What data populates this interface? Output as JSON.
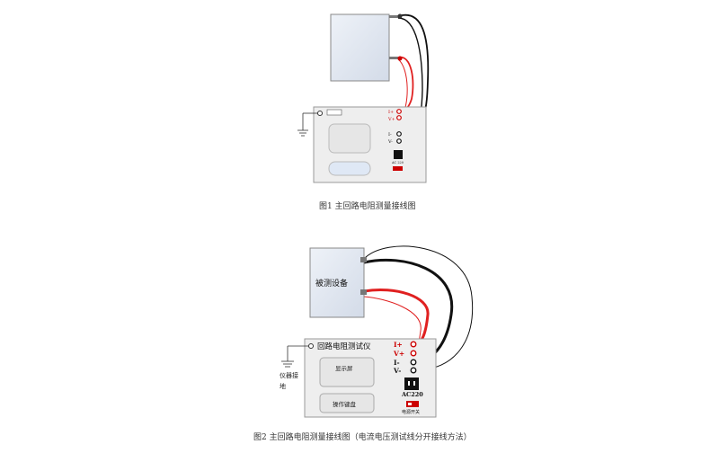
{
  "figure1": {
    "device_label": "",
    "meter_label": "",
    "display_label": "",
    "keyboard_label": "",
    "ground_label": "",
    "terminals": [
      "I+",
      "V+",
      "I-",
      "V-"
    ],
    "power_label": "AC 220",
    "switch_label": "",
    "caption": "图1 主回路电阻测量接线图"
  },
  "figure2": {
    "device_label": "被测设备",
    "meter_label": "回路电阻测试仪",
    "display_label": "显示屏",
    "keyboard_label": "操作键盘",
    "ground_label_line1": "仪器接",
    "ground_label_line2": "地",
    "terminals": [
      "I+",
      "V+",
      "I-",
      "V-"
    ],
    "power_label": "AC220",
    "switch_label": "电源开关",
    "caption": "图2 主回路电阻测量接线图（电流电压测试线分开接线方法）"
  },
  "colors": {
    "device_fill": "#dde3ee",
    "meter_fill": "#eeeeee",
    "red_wire": "#e02020",
    "black_wire": "#111111",
    "red_text": "#cc0000"
  }
}
